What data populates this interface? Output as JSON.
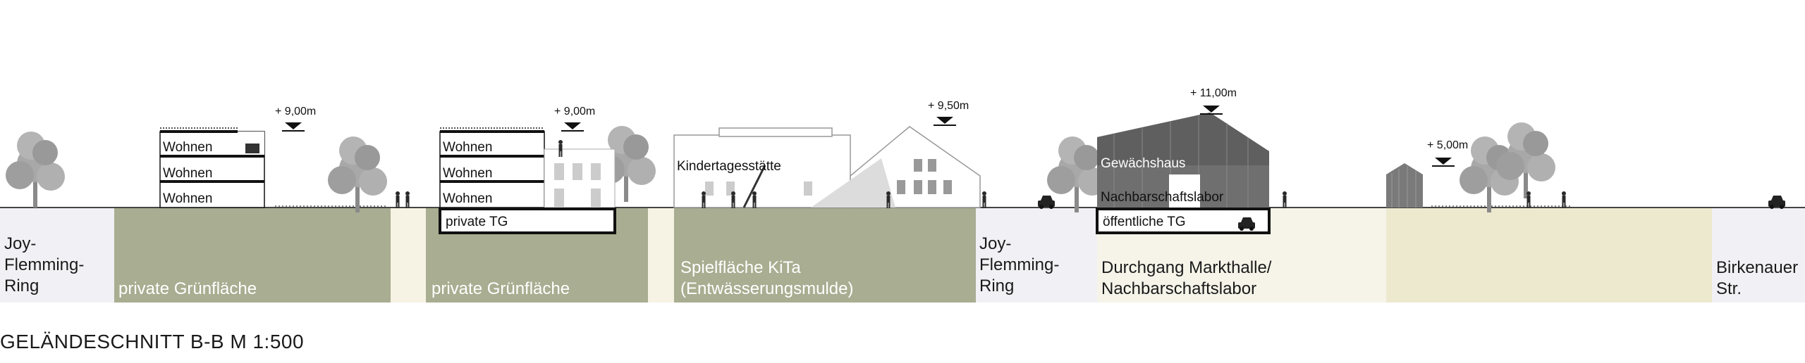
{
  "title": "GELÄNDESCHNITT B-B M 1:500",
  "colors": {
    "street": "#f1f0f4",
    "green": "#a9ad91",
    "path": "#f6f3e4",
    "plaza": "#f6f4e9",
    "meadow": "#ede9cf",
    "tree": "#a8a8a8",
    "glass": "#6f6f6f",
    "ground_line": "#444444"
  },
  "zones": {
    "joy_left": "Joy-\nFlemming-\nRing",
    "gruen_1": "private Grünfläche",
    "gruen_2": "private Grünfläche",
    "kita_spiel": "Spielfläche KiTa\n(Entwässerungsmulde)",
    "joy_right": "Joy-\nFlemming-\nRing",
    "durchgang": "Durchgang Markthalle/\nNachbarschaftslabor",
    "birkenauer": "Birkenauer\nStr."
  },
  "buildings": {
    "b1": {
      "floor_1": "Wohnen",
      "floor_2": "Wohnen",
      "floor_3": "Wohnen",
      "height": "+ 9,00m"
    },
    "b2": {
      "floor_1": "Wohnen",
      "floor_2": "Wohnen",
      "floor_3": "Wohnen",
      "garage": "private TG",
      "height": "+ 9,00m"
    },
    "kita": {
      "name": "Kindertagesstätte",
      "height": "+ 9,50m"
    },
    "markthalle": {
      "upper": "Gewächshaus",
      "lower": "Nachbarschaftslabor",
      "garage": "öffentliche TG",
      "height": "+ 11,00m"
    },
    "shed": {
      "height": "+ 5,00m"
    }
  },
  "icons": [
    "tree-icon",
    "person-icon",
    "car-icon",
    "height-marker-icon"
  ]
}
